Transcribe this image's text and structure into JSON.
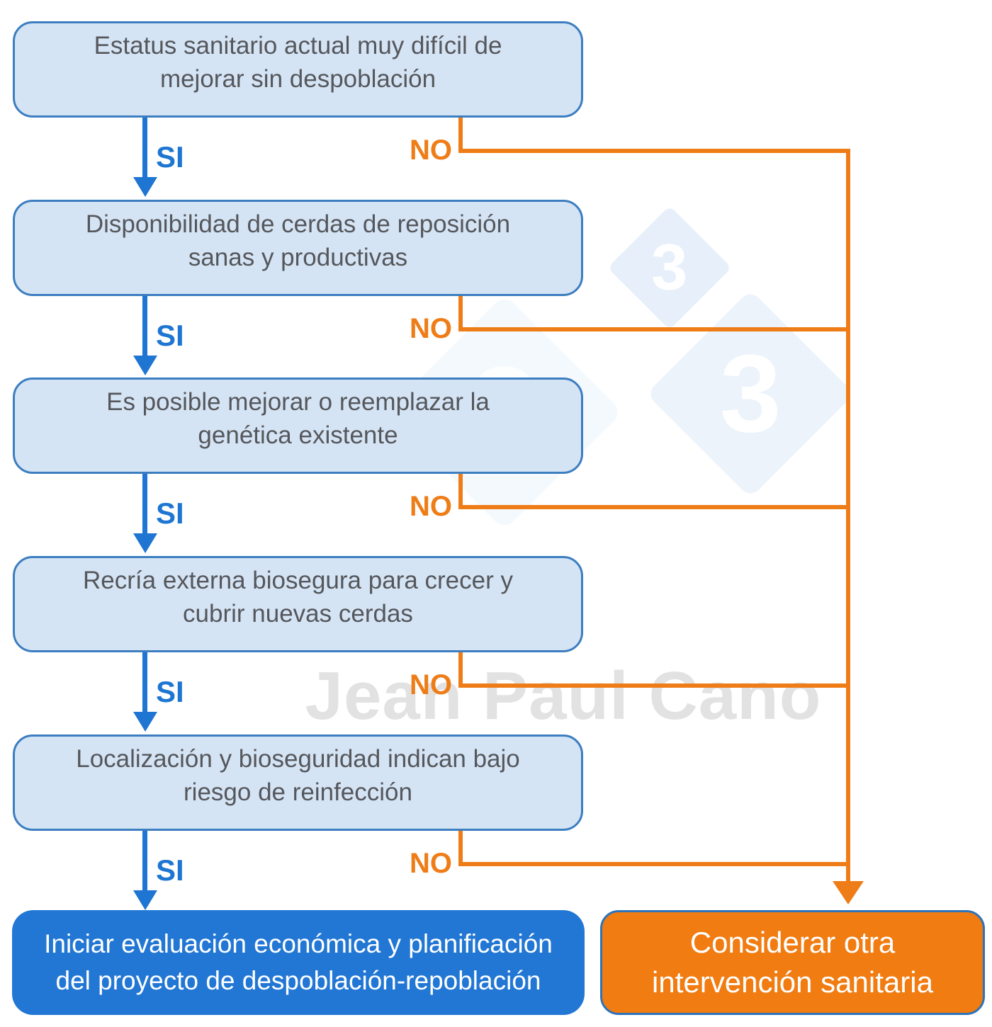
{
  "labels": {
    "yes": "SI",
    "no": "NO"
  },
  "decisions": [
    {
      "line1": "Estatus sanitario actual muy difícil de",
      "line2": "mejorar sin despoblación"
    },
    {
      "line1": "Disponibilidad de cerdas de reposición",
      "line2": "sanas y productivas"
    },
    {
      "line1": "Es posible mejorar o reemplazar la",
      "line2": "genética existente"
    },
    {
      "line1": "Recría externa biosegura para crecer y",
      "line2": "cubrir nuevas cerdas"
    },
    {
      "line1": "Localización y bioseguridad indican bajo",
      "line2": "riesgo de reinfección"
    }
  ],
  "outcomes": {
    "yes": {
      "line1": "Iniciar evaluación económica y planificación",
      "line2": "del proyecto de despoblación-repoblación"
    },
    "no": {
      "line1": "Considerar otra",
      "line2": "intervención sanitaria"
    }
  },
  "watermark": {
    "author": "Jean Paul Cano",
    "logo_glyph": "3"
  },
  "colors": {
    "accent_blue": "#1e76d2",
    "accent_orange": "#ee7d18",
    "decision_fill": "#d5e4f4",
    "decision_border": "#3c7ec0",
    "decision_text": "#55575c",
    "outcome_yes_fill": "#2277d4",
    "outcome_no_fill": "#f07c12",
    "outcome_no_border": "#2e73b8"
  }
}
